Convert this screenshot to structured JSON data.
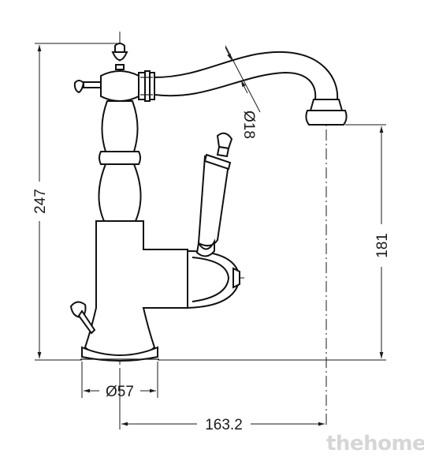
{
  "dimensions": {
    "total_height": "247",
    "spout_height": "181",
    "spout_diameter": "Ø18",
    "base_diameter": "Ø57",
    "spout_reach": "163.2"
  },
  "watermark": "thehome"
}
